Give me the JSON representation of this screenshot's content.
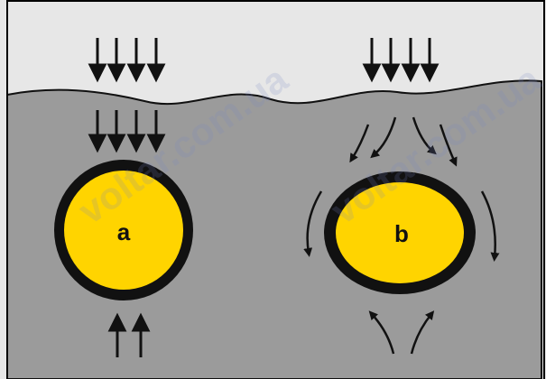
{
  "labels": {
    "a": "a",
    "b": "b"
  },
  "colors": {
    "sky": "#e7e7e7",
    "ground": "#9b9b9b",
    "pipe_wall": "#111111",
    "pipe_fill": "#ffd400",
    "arrow": "#111111",
    "frame": "#000000"
  },
  "watermark": "voltar.com.ua"
}
